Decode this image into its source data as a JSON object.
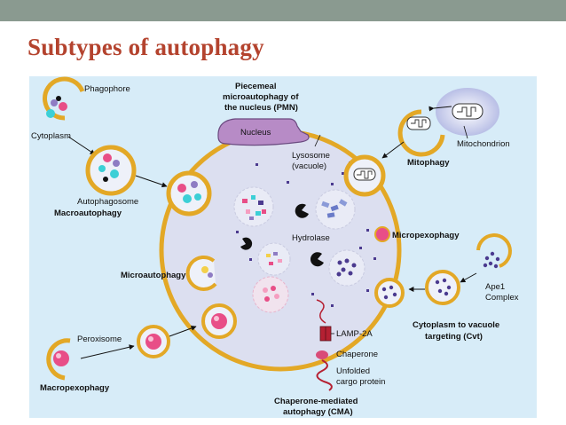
{
  "slide": {
    "title": "Subtypes of autophagy"
  },
  "colors": {
    "top_bar": "#8a9a90",
    "title": "#b4432e",
    "background": "#d7ecf8",
    "membrane": "#e3a826",
    "lysosome_fill": "#dcdff0",
    "cargo_pink": "#e84e87",
    "cargo_purple": "#4b3a8f"
  },
  "diagram": {
    "labels": {
      "phagophore": "Phagophore",
      "cytoplasm": "Cytoplasm",
      "autophagosome": "Autophagosome",
      "macroautophagy": "Macroautophagy",
      "pmn_1": "Piecemeal",
      "pmn_2": "microautophagy of",
      "pmn_3": "the nucleus (PMN)",
      "nucleus": "Nucleus",
      "lysosome_1": "Lysosome",
      "lysosome_2": "(vacuole)",
      "hydrolase": "Hydrolase",
      "mitochondrion": "Mitochondrion",
      "mitophagy": "Mitophagy",
      "micropexophagy": "Micropexophagy",
      "microautophagy": "Microautophagy",
      "ape1_1": "Ape1",
      "ape1_2": "Complex",
      "cvt_1": "Cytoplasm to vacuole",
      "cvt_2": "targeting (Cvt)",
      "peroxisome": "Peroxisome",
      "macropexophagy": "Macropexophagy",
      "lamp2a": "LAMP-2A",
      "chaperone": "Chaperone",
      "unfolded_1": "Unfolded",
      "unfolded_2": "cargo protein",
      "cma_1": "Chaperone-mediated",
      "cma_2": "autophagy (CMA)"
    }
  }
}
